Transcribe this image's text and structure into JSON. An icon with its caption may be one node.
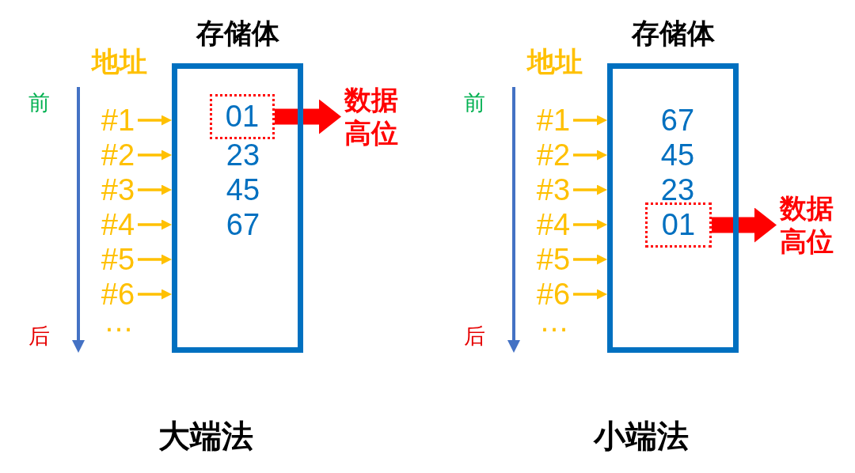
{
  "diagram": {
    "nodes": [
      {
        "text": [
          "存储体"
        ]
      },
      {
        "text": [
          "#1"
        ]
      },
      {
        "text": [
          "01"
        ],
        "in": 0
      },
      {
        "text": [
          "数据高位"
        ]
      },
      {
        "text": [
          "#2"
        ]
      },
      {
        "text": [
          "#3"
        ]
      },
      {
        "text": [
          "#4"
        ]
      },
      {
        "text": [
          "#5"
        ]
      },
      {
        "text": [
          "#6"
        ]
      },
      {
        "text": [
          "存储体"
        ]
      },
      {
        "text": [
          "#1"
        ]
      },
      {
        "text": [
          "#2"
        ]
      },
      {
        "text": [
          "#3"
        ]
      },
      {
        "text": [
          "#4"
        ]
      },
      {
        "text": [
          "01"
        ],
        "in": 9
      },
      {
        "text": [
          "数据高位"
        ]
      },
      {
        "text": [
          "#5"
        ]
      },
      {
        "text": [
          "#6"
        ]
      }
    ],
    "edges": [
      {
        "from": 1,
        "to": 0,
        "arrow": "to"
      },
      {
        "from": 4,
        "to": 0,
        "arrow": "to"
      },
      {
        "from": 5,
        "to": 0,
        "arrow": "to"
      },
      {
        "from": 6,
        "to": 0,
        "arrow": "to"
      },
      {
        "from": 7,
        "to": 0,
        "arrow": "to"
      },
      {
        "from": 8,
        "to": 0,
        "arrow": "to"
      },
      {
        "from": 2,
        "to": 3,
        "arrow": "to",
        "style": "thick",
        "color": "#ff0000"
      },
      {
        "from": 10,
        "to": 9,
        "arrow": "to"
      },
      {
        "from": 11,
        "to": 9,
        "arrow": "to"
      },
      {
        "from": 12,
        "to": 9,
        "arrow": "to"
      },
      {
        "from": 13,
        "to": 9,
        "arrow": "to"
      },
      {
        "from": 16,
        "to": 9,
        "arrow": "to"
      },
      {
        "from": 17,
        "to": 9,
        "arrow": "to"
      },
      {
        "from": 14,
        "to": 15,
        "arrow": "to",
        "style": "thick",
        "color": "#ff0000"
      }
    ],
    "labels": [
      "地址",
      "前",
      "23",
      "45",
      "67",
      "…",
      "后",
      "大端法",
      "地址",
      "前",
      "67",
      "45",
      "23",
      "…",
      "后",
      "小端法"
    ]
  }
}
